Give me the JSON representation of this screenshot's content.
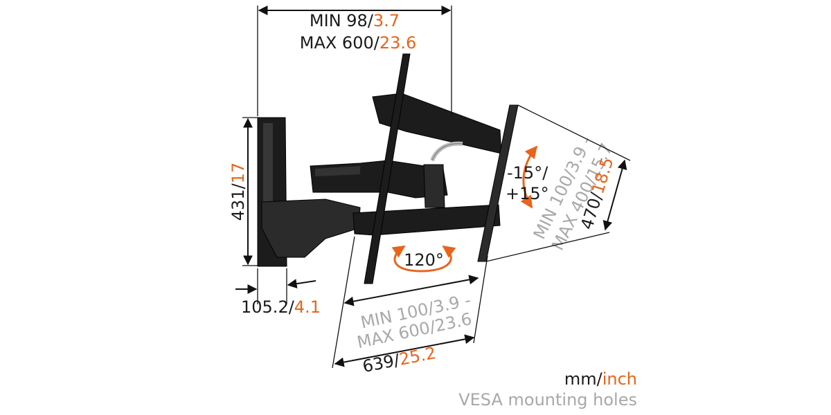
{
  "top_width": {
    "min_prefix": "MIN 98/",
    "min_inch": "3.7",
    "max_prefix": "MAX 600/",
    "max_inch": "23.6"
  },
  "height_dim": {
    "mm": "431/",
    "inch": "17"
  },
  "depth_dim": {
    "mm": "105.2/",
    "inch": "4.1"
  },
  "tilt": {
    "line1": "-15°/",
    "line2": "+15°"
  },
  "swivel": {
    "label": "120°"
  },
  "vesa_height": {
    "min": "MIN 100/3.9 -",
    "max": "MAX 400/15.7"
  },
  "plate_height": {
    "mm": "470/",
    "inch": "18.5"
  },
  "vesa_width": {
    "min": "MIN 100/3.9 -",
    "max": "MAX 600/23.6"
  },
  "extension_dim": {
    "mm": "639/",
    "inch": "25.2"
  },
  "legend": {
    "units_mm": "mm/",
    "units_inch": "inch",
    "vesa_note": "VESA mounting holes"
  },
  "colors": {
    "accent": "#e8641b",
    "vesa_grey": "#a8a8a8",
    "text": "#1a1a1a",
    "metal": "#1c1c1c"
  }
}
